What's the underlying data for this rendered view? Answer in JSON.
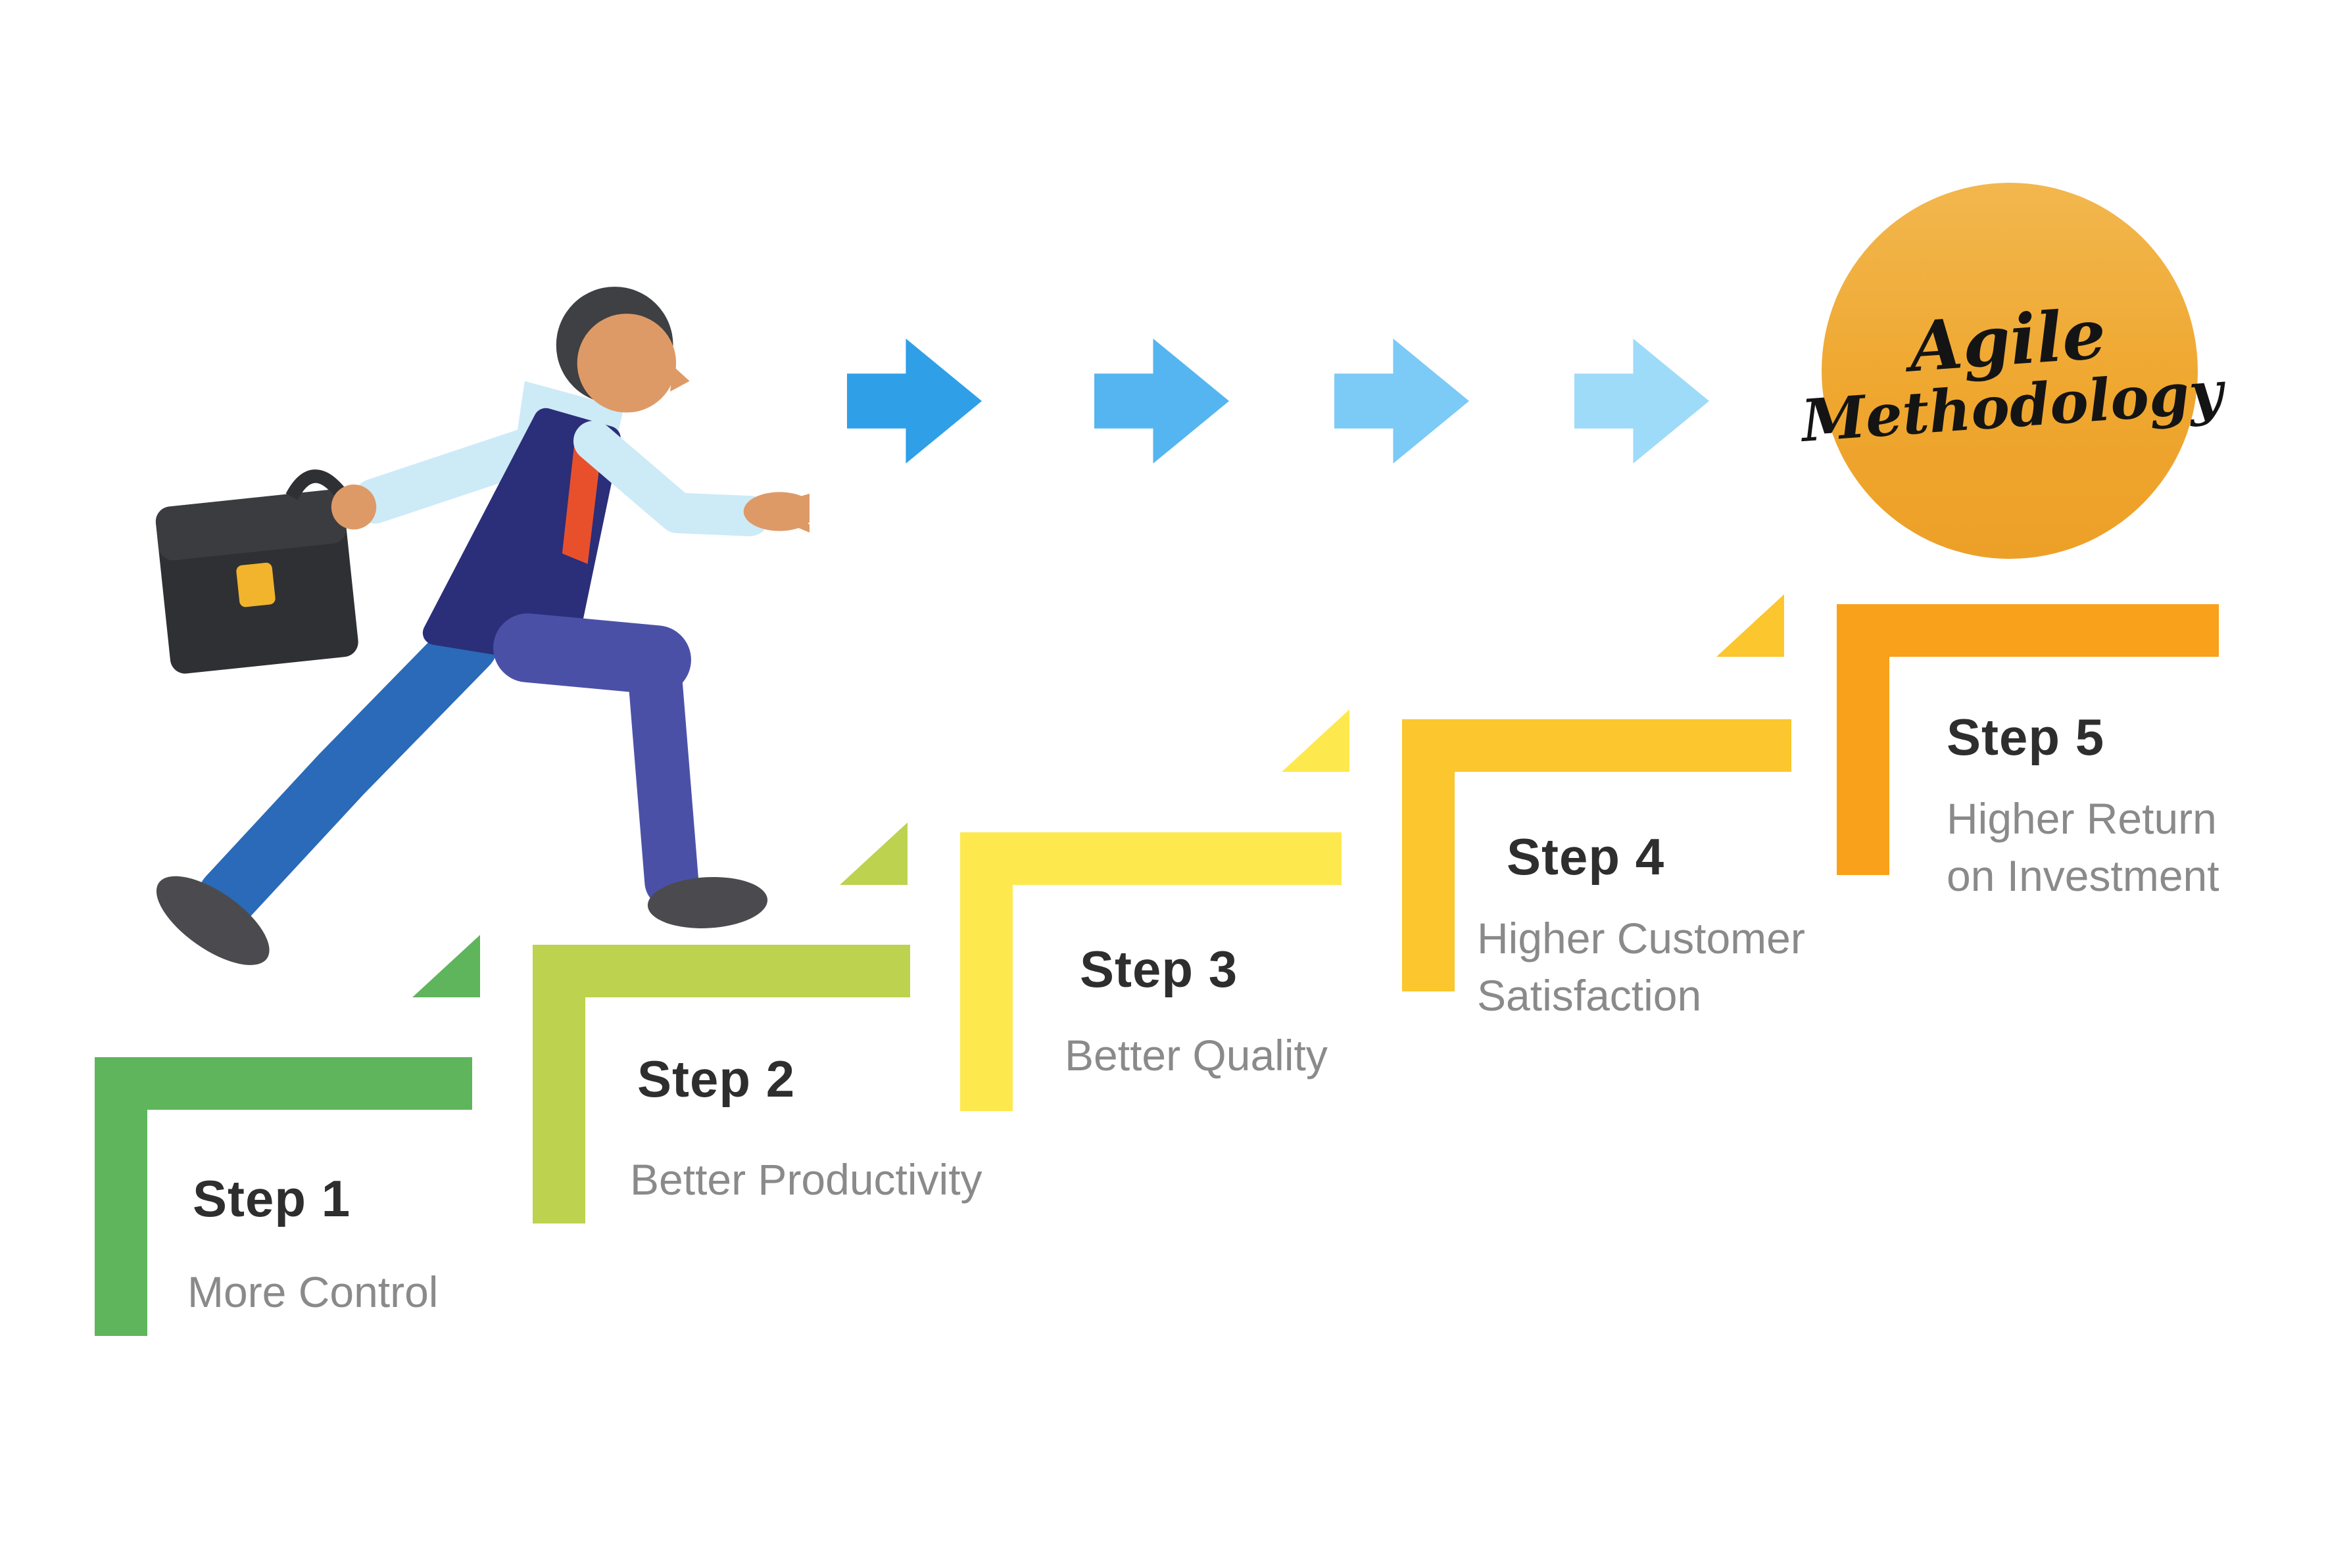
{
  "goal": {
    "line1": "Agile",
    "line2": "Methodology",
    "gradient": "linear-gradient(180deg,#f2b74e 0%,#efa72f 55%,#eda028 100%)"
  },
  "steps": [
    {
      "label": "Step 1",
      "description": "More Control",
      "color": "#5fb55b"
    },
    {
      "label": "Step 2",
      "description": "Better Productivity",
      "color": "#bdd24f"
    },
    {
      "label": "Step 3",
      "description": "Better Quality",
      "color": "#fde94e"
    },
    {
      "label": "Step 4",
      "description": "Higher Customer\nSatisfaction",
      "color": "#fbc62e"
    },
    {
      "label": "Step 5",
      "description": "Higher Return\non Investment",
      "color": "#f9a11b"
    }
  ],
  "arrows": [
    {
      "color": "#2f9fe8"
    },
    {
      "color": "#55b5f0"
    },
    {
      "color": "#7ccaf6"
    },
    {
      "color": "#9edbf9"
    }
  ],
  "figure": {
    "colors": {
      "skin": "#de9a66",
      "hair": "#3e4043",
      "shirt": "#cdeaf7",
      "vest": "#2b2e79",
      "tie": "#e8502c",
      "pants_front": "#4b50a7",
      "pants_back": "#2a6ab8",
      "shoes": "#4b4b4f",
      "briefcase": "#2f3033",
      "briefcase_top": "#3b3c40",
      "latch": "#f2b42c"
    }
  }
}
